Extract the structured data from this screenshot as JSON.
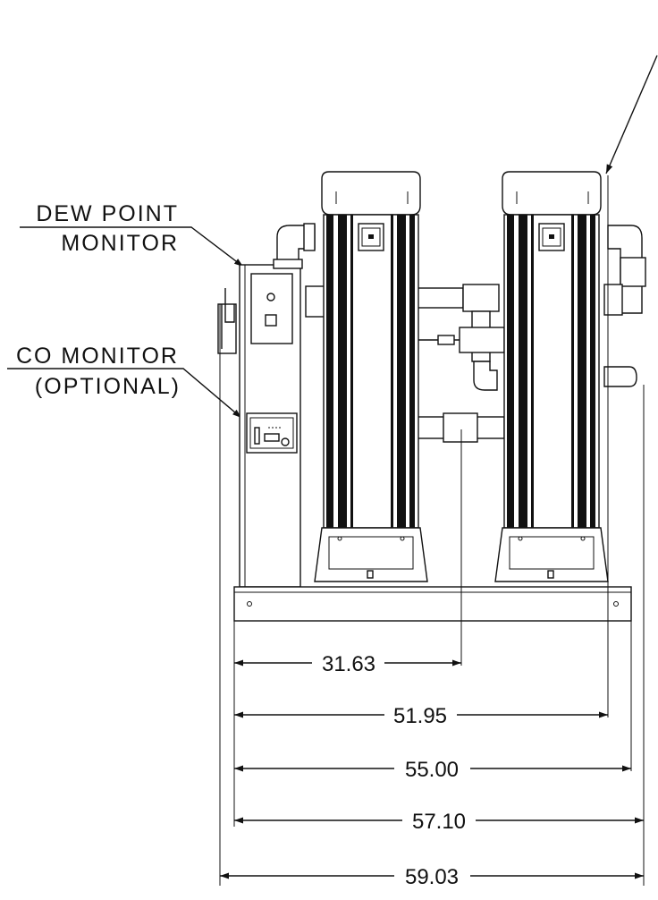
{
  "callouts": {
    "dew_point_line1": "DEW POINT",
    "dew_point_line2": "MONITOR",
    "co_line1": "CO MONITOR",
    "co_line2": "(OPTIONAL)"
  },
  "dimensions": [
    {
      "label": "31.63"
    },
    {
      "label": "51.95"
    },
    {
      "label": "55.00"
    },
    {
      "label": "57.10"
    },
    {
      "label": "59.03"
    }
  ]
}
